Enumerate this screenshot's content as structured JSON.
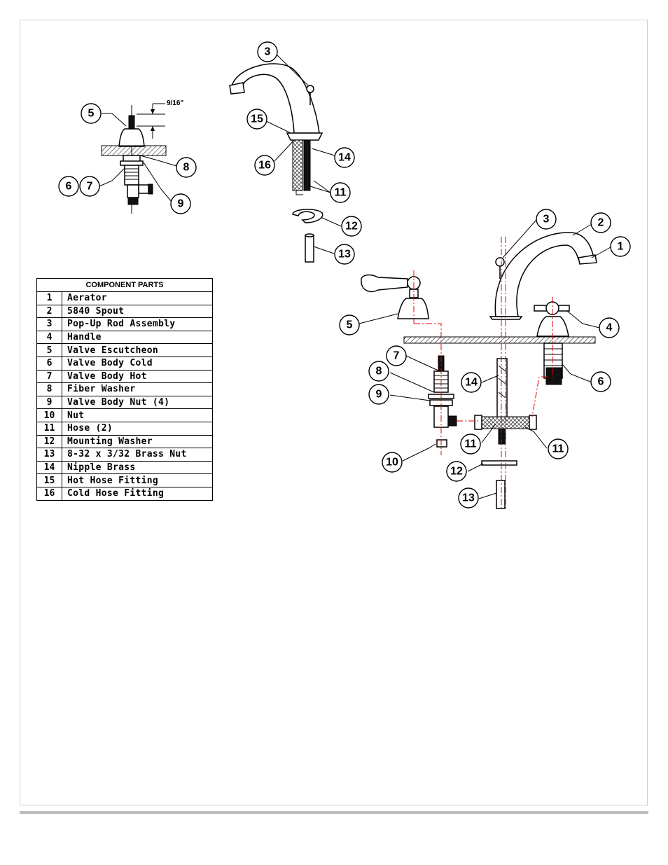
{
  "table": {
    "header": "COMPONENT PARTS",
    "rows": [
      {
        "num": "1",
        "name": "Aerator"
      },
      {
        "num": "2",
        "name": "5840 Spout"
      },
      {
        "num": "3",
        "name": "Pop-Up Rod Assembly"
      },
      {
        "num": "4",
        "name": "Handle"
      },
      {
        "num": "5",
        "name": "Valve Escutcheon"
      },
      {
        "num": "6",
        "name": "Valve Body Cold"
      },
      {
        "num": "7",
        "name": "Valve Body Hot"
      },
      {
        "num": "8",
        "name": "Fiber Washer"
      },
      {
        "num": "9",
        "name": "Valve Body Nut (4)"
      },
      {
        "num": "10",
        "name": "Nut"
      },
      {
        "num": "11",
        "name": "Hose (2)"
      },
      {
        "num": "12",
        "name": "Mounting Washer"
      },
      {
        "num": "13",
        "name": "8-32 x 3/32 Brass Nut"
      },
      {
        "num": "14",
        "name": "Nipple Brass"
      },
      {
        "num": "15",
        "name": "Hot Hose Fitting"
      },
      {
        "num": "16",
        "name": "Cold Hose Fitting"
      }
    ]
  },
  "dimension_label": "9/16\"",
  "callouts": {
    "detail_5": "5",
    "detail_6": "6",
    "detail_7": "7",
    "detail_8": "8",
    "detail_9": "9",
    "spout_3": "3",
    "spout_15": "15",
    "spout_16": "16",
    "spout_14": "14",
    "spout_11": "11",
    "spout_12": "12",
    "spout_13": "13",
    "main_3": "3",
    "main_2": "2",
    "main_1": "1",
    "main_5": "5",
    "main_4": "4",
    "main_7": "7",
    "main_8": "8",
    "main_9": "9",
    "main_14": "14",
    "main_6": "6",
    "main_11a": "11",
    "main_11b": "11",
    "main_10": "10",
    "main_12": "12",
    "main_13": "13"
  },
  "colors": {
    "centerline": "#e00000",
    "ink": "#000000",
    "frame": "#cfcfcf"
  }
}
